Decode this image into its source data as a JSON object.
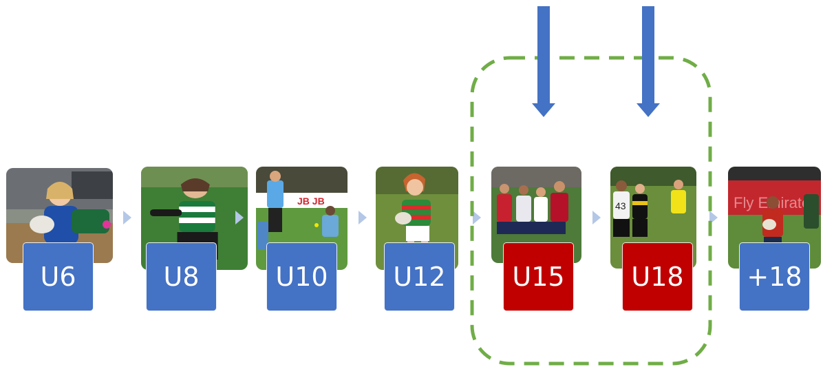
{
  "stages": [
    {
      "label": "U6",
      "highlight": false,
      "scene": "young-child-with-rugby-ball"
    },
    {
      "label": "U8",
      "highlight": false,
      "scene": "child-in-green-jersey-running"
    },
    {
      "label": "U10",
      "highlight": false,
      "scene": "youth-match-with-referee"
    },
    {
      "label": "U12",
      "highlight": false,
      "scene": "girl-running-with-ball"
    },
    {
      "label": "U15",
      "highlight": true,
      "scene": "girls-team-match"
    },
    {
      "label": "U18",
      "highlight": true,
      "scene": "teen-women-match-with-referee"
    },
    {
      "label": "+18",
      "highlight": false,
      "scene": "women-rugby-player-with-ball"
    }
  ],
  "highlight_group": {
    "stages": [
      "U15",
      "U18"
    ],
    "style": "dashed-green-rounded-box",
    "indicators": "two-blue-down-arrows"
  },
  "colors": {
    "label_blue": "#4472c4",
    "label_red": "#c00000",
    "chevron": "#b4c7e7",
    "dashed_box": "#70ad47",
    "arrow": "#4472c4"
  }
}
